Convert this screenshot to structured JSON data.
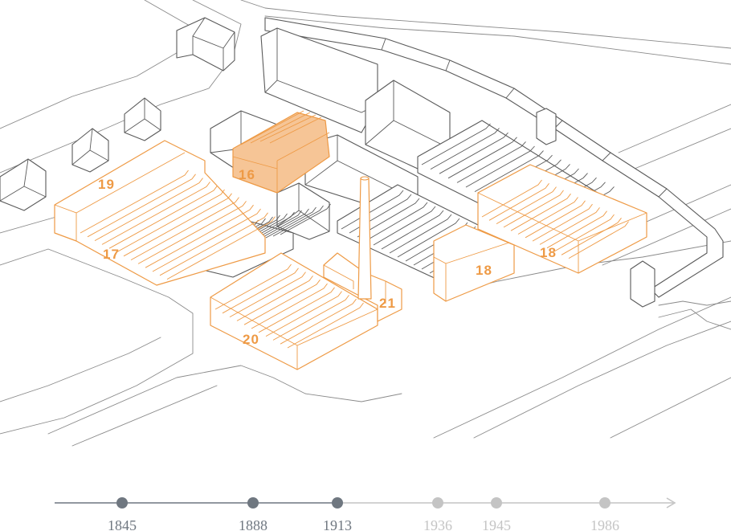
{
  "colors": {
    "accent": "#ee9a45",
    "accent_fill": "#f6c596",
    "outline": "#5a5a5a",
    "timeline_past": "#6f7780",
    "timeline_future": "#c4c4c4"
  },
  "buildings": [
    {
      "number": "16",
      "highlighted": true
    },
    {
      "number": "17",
      "highlighted": false
    },
    {
      "number": "18",
      "highlighted": false
    },
    {
      "number": "18",
      "highlighted": false
    },
    {
      "number": "19",
      "highlighted": false
    },
    {
      "number": "20",
      "highlighted": false
    },
    {
      "number": "21",
      "highlighted": false
    }
  ],
  "timeline": {
    "years": [
      {
        "label": "1845",
        "state": "past"
      },
      {
        "label": "1888",
        "state": "past"
      },
      {
        "label": "1913",
        "state": "current"
      },
      {
        "label": "1936",
        "state": "future"
      },
      {
        "label": "1945",
        "state": "future"
      },
      {
        "label": "1986",
        "state": "future"
      }
    ]
  }
}
